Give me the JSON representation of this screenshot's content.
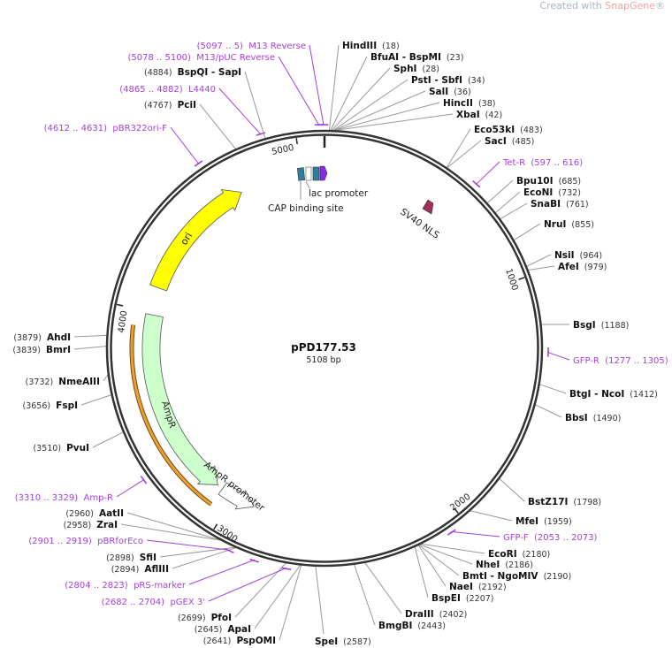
{
  "watermark": {
    "prefix": "Created with ",
    "brand": "SnapGene",
    "suffix": "®"
  },
  "plasmid": {
    "name": "pPD177.53",
    "length": "5108 bp"
  },
  "ticks": [
    "1000",
    "2000",
    "3000",
    "4000",
    "5000"
  ],
  "features": {
    "ori": "ori",
    "ampr": "AmpR",
    "ampr_promoter": "AmpR promoter",
    "cap": "CAP binding site",
    "lac": "lac promoter",
    "sv40": "SV40 NLS"
  },
  "colors": {
    "primer": "#a23fdc",
    "ori": "#ffff00",
    "ampr": "#ccffcc",
    "orange_arc": "#e8a030",
    "backbone": "#333333"
  },
  "sites": [
    {
      "name": "HindIII",
      "pos": "18",
      "kind": "enzyme"
    },
    {
      "name": "BfuAI - BspMI",
      "pos": "23",
      "kind": "enzyme"
    },
    {
      "name": "SphI",
      "pos": "28",
      "kind": "enzyme"
    },
    {
      "name": "PstI - SbfI",
      "pos": "34",
      "kind": "enzyme"
    },
    {
      "name": "SalI",
      "pos": "36",
      "kind": "enzyme"
    },
    {
      "name": "HincII",
      "pos": "38",
      "kind": "enzyme"
    },
    {
      "name": "XbaI",
      "pos": "42",
      "kind": "enzyme"
    },
    {
      "name": "Eco53kI",
      "pos": "483",
      "kind": "enzyme"
    },
    {
      "name": "SacI",
      "pos": "485",
      "kind": "enzyme"
    },
    {
      "name": "Tet-R",
      "pos": "597 .. 616",
      "kind": "primer"
    },
    {
      "name": "Bpu10I",
      "pos": "685",
      "kind": "enzyme"
    },
    {
      "name": "EcoNI",
      "pos": "732",
      "kind": "enzyme"
    },
    {
      "name": "SnaBI",
      "pos": "761",
      "kind": "enzyme"
    },
    {
      "name": "NruI",
      "pos": "855",
      "kind": "enzyme"
    },
    {
      "name": "NsiI",
      "pos": "964",
      "kind": "enzyme"
    },
    {
      "name": "AfeI",
      "pos": "979",
      "kind": "enzyme"
    },
    {
      "name": "BsgI",
      "pos": "1188",
      "kind": "enzyme"
    },
    {
      "name": "GFP-R",
      "pos": "1277 .. 1305",
      "kind": "primer"
    },
    {
      "name": "BtgI - NcoI",
      "pos": "1412",
      "kind": "enzyme"
    },
    {
      "name": "BbsI",
      "pos": "1490",
      "kind": "enzyme"
    },
    {
      "name": "BstZ17I",
      "pos": "1798",
      "kind": "enzyme"
    },
    {
      "name": "MfeI",
      "pos": "1959",
      "kind": "enzyme"
    },
    {
      "name": "GFP-F",
      "pos": "2053 .. 2073",
      "kind": "primer"
    },
    {
      "name": "EcoRI",
      "pos": "2180",
      "kind": "enzyme"
    },
    {
      "name": "NheI",
      "pos": "2186",
      "kind": "enzyme"
    },
    {
      "name": "BmtI - NgoMIV",
      "pos": "2190",
      "kind": "enzyme"
    },
    {
      "name": "NaeI",
      "pos": "2192",
      "kind": "enzyme"
    },
    {
      "name": "BspEI",
      "pos": "2207",
      "kind": "enzyme"
    },
    {
      "name": "DraIII",
      "pos": "2402",
      "kind": "enzyme"
    },
    {
      "name": "BmgBI",
      "pos": "2443",
      "kind": "enzyme"
    },
    {
      "name": "SpeI",
      "pos": "2587",
      "kind": "enzyme"
    },
    {
      "name": "PspOMI",
      "pos": "2641",
      "kind": "enzyme"
    },
    {
      "name": "ApaI",
      "pos": "2645",
      "kind": "enzyme"
    },
    {
      "name": "PfoI",
      "pos": "2699",
      "kind": "enzyme"
    },
    {
      "name": "pGEX 3'",
      "pos": "2682 .. 2704",
      "kind": "primer"
    },
    {
      "name": "pRS-marker",
      "pos": "2804 .. 2823",
      "kind": "primer"
    },
    {
      "name": "AflIII",
      "pos": "2894",
      "kind": "enzyme"
    },
    {
      "name": "SfiI",
      "pos": "2898",
      "kind": "enzyme"
    },
    {
      "name": "pBRforEco",
      "pos": "2901 .. 2919",
      "kind": "primer"
    },
    {
      "name": "ZraI",
      "pos": "2958",
      "kind": "enzyme"
    },
    {
      "name": "AatII",
      "pos": "2960",
      "kind": "enzyme"
    },
    {
      "name": "Amp-R",
      "pos": "3310 .. 3329",
      "kind": "primer"
    },
    {
      "name": "PvuI",
      "pos": "3510",
      "kind": "enzyme"
    },
    {
      "name": "FspI",
      "pos": "3656",
      "kind": "enzyme"
    },
    {
      "name": "NmeAIII",
      "pos": "3732",
      "kind": "enzyme"
    },
    {
      "name": "BmrI",
      "pos": "3839",
      "kind": "enzyme"
    },
    {
      "name": "AhdI",
      "pos": "3879",
      "kind": "enzyme"
    },
    {
      "name": "pBR322ori-F",
      "pos": "4612 .. 4631",
      "kind": "primer"
    },
    {
      "name": "PciI",
      "pos": "4767",
      "kind": "enzyme"
    },
    {
      "name": "L4440",
      "pos": "4865 .. 4882",
      "kind": "primer"
    },
    {
      "name": "BspQI - SapI",
      "pos": "4884",
      "kind": "enzyme"
    },
    {
      "name": "M13/pUC Reverse",
      "pos": "5078 .. 5100",
      "kind": "primer"
    },
    {
      "name": "M13 Reverse",
      "pos": "5097 .. 5",
      "kind": "primer"
    }
  ]
}
